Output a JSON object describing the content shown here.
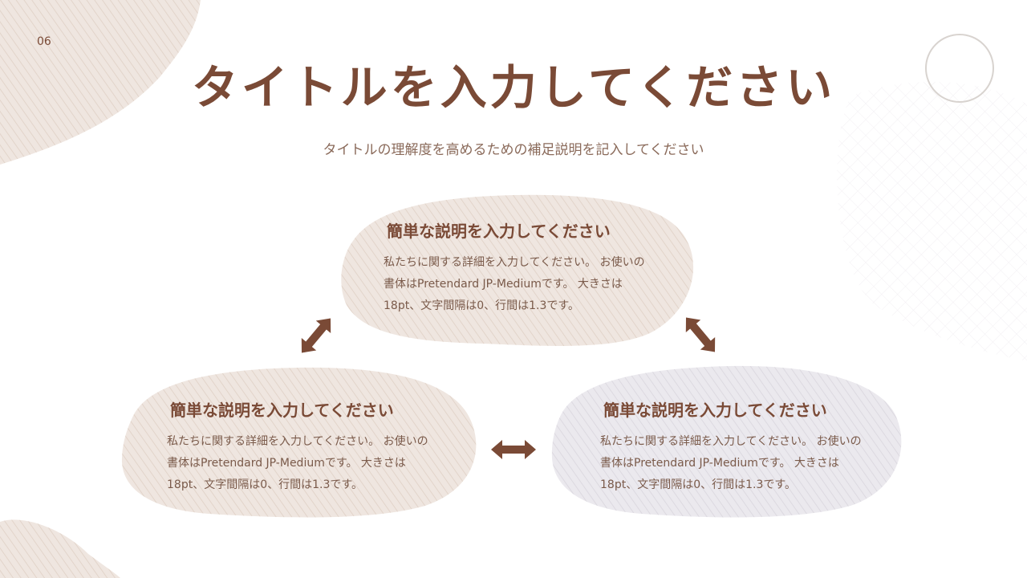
{
  "page_number": "06",
  "title": "タイトルを入力してください",
  "subtitle": "タイトルの理解度を高めるための補足説明を記入してください",
  "cards": [
    {
      "heading": "簡単な説明を入力してください",
      "body": "私たちに関する詳細を入力してください。 お使いの書体はPretendard JP-Mediumです。 大きさは18pt、文字間隔は0、行間は1.3です。"
    },
    {
      "heading": "簡単な説明を入力してください",
      "body": "私たちに関する詳細を入力してください。 お使いの書体はPretendard JP-Mediumです。 大きさは18pt、文字間隔は0、行間は1.3です。"
    },
    {
      "heading": "簡単な説明を入力してください",
      "body": "私たちに関する詳細を入力してください。 お使いの書体はPretendard JP-Mediumです。 大きさは18pt、文字間隔は0、行間は1.3です。"
    }
  ],
  "colors": {
    "accent": "#7a4a36",
    "blob_warm": "#ede3dd",
    "blob_cool": "#e9e7ec"
  },
  "icons": [
    "double-arrow-icon",
    "double-arrow-icon",
    "double-arrow-icon"
  ]
}
